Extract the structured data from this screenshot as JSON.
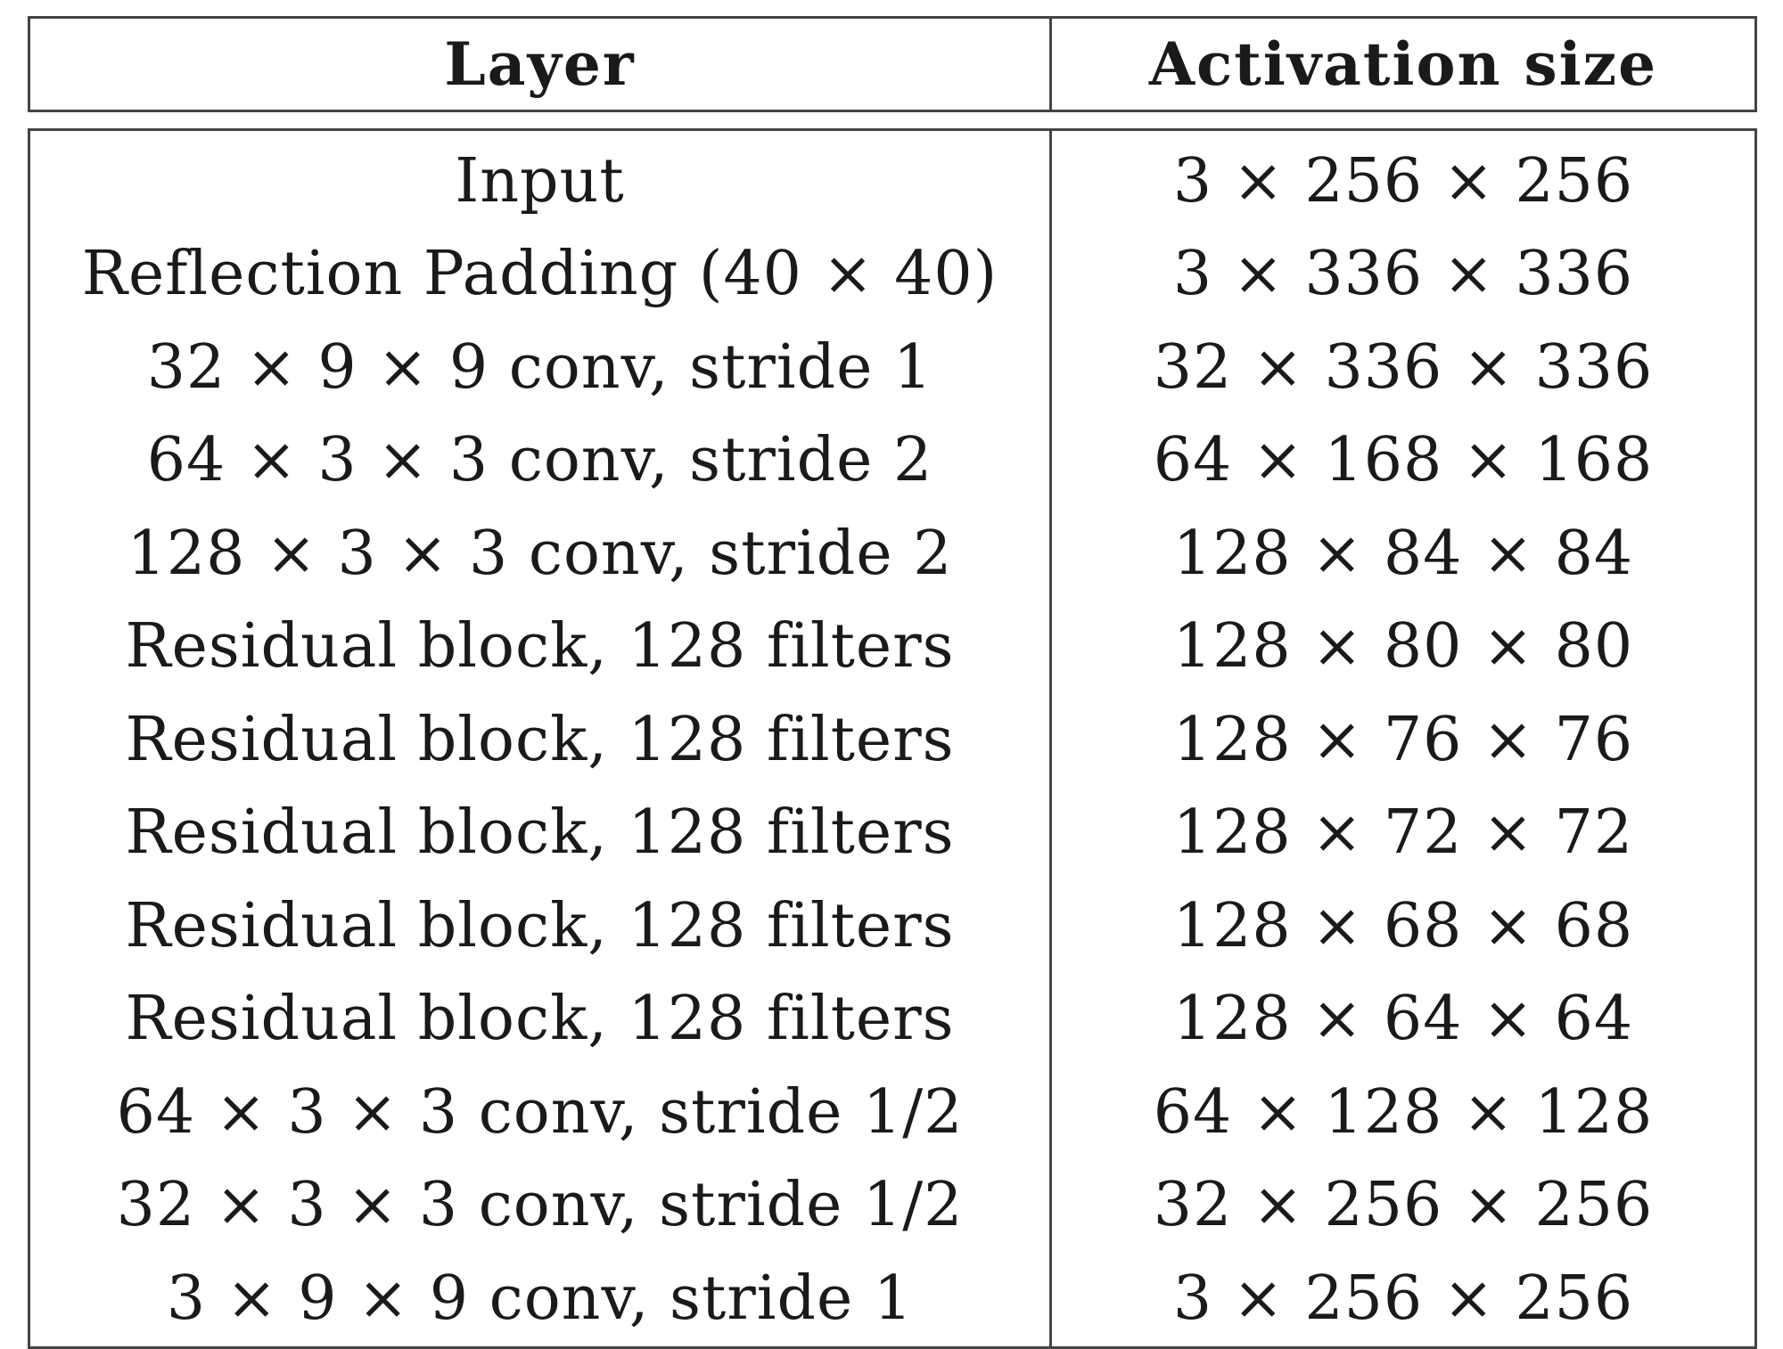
{
  "table": {
    "headers": [
      "Layer",
      "Activation size"
    ],
    "rows": [
      [
        "Input",
        "3 × 256 × 256"
      ],
      [
        "Reflection Padding (40 × 40)",
        "3 × 336 × 336"
      ],
      [
        "32 × 9 × 9 conv, stride 1",
        "32 × 336 × 336"
      ],
      [
        "64 × 3 × 3 conv, stride 2",
        "64 × 168 × 168"
      ],
      [
        "128 × 3 × 3 conv, stride 2",
        "128 × 84 × 84"
      ],
      [
        "Residual block, 128 filters",
        "128 × 80 × 80"
      ],
      [
        "Residual block, 128 filters",
        "128 × 76 × 76"
      ],
      [
        "Residual block, 128 filters",
        "128 × 72 × 72"
      ],
      [
        "Residual block, 128 filters",
        "128 × 68 × 68"
      ],
      [
        "Residual block, 128 filters",
        "128 × 64 × 64"
      ],
      [
        "64 × 3 × 3 conv, stride 1/2",
        "64 × 128 × 128"
      ],
      [
        "32 × 3 × 3 conv, stride 1/2",
        "32 × 256 × 256"
      ],
      [
        "3 × 9 × 9 conv, stride 1",
        "3 × 256 × 256"
      ]
    ]
  }
}
